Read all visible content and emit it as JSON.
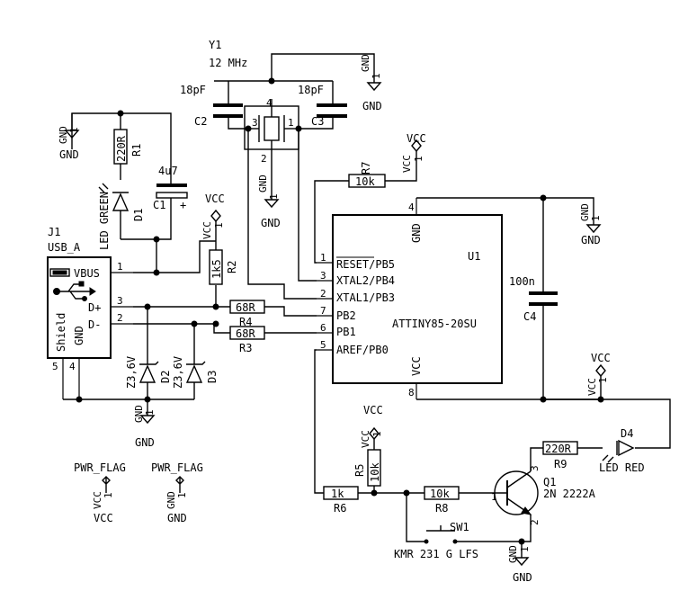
{
  "crystal": {
    "ref": "Y1",
    "value": "12 MHz",
    "pin_left": "3",
    "pin_top": "4",
    "pin_right": "1",
    "pin_bottom": "2"
  },
  "c2": {
    "ref": "C2",
    "value": "18pF"
  },
  "c3": {
    "ref": "C3",
    "value": "18pF"
  },
  "c1": {
    "ref": "C1",
    "value": "4u7",
    "plus": "+"
  },
  "c4": {
    "ref": "C4",
    "value": "100n"
  },
  "r1": {
    "ref": "R1",
    "value": "220R"
  },
  "r2": {
    "ref": "R2",
    "value": "1k5"
  },
  "r3": {
    "ref": "R3",
    "value": "68R"
  },
  "r4": {
    "ref": "R4",
    "value": "68R"
  },
  "r5": {
    "ref": "R5",
    "value": "10k"
  },
  "r6": {
    "ref": "R6",
    "value": "1k"
  },
  "r7": {
    "ref": "R7",
    "value": "10k"
  },
  "r8": {
    "ref": "R8",
    "value": "10k"
  },
  "r9": {
    "ref": "R9",
    "value": "220R"
  },
  "d1": {
    "ref": "D1",
    "value": "LED GREEN"
  },
  "d2": {
    "ref": "D2",
    "value": "Z3,6V"
  },
  "d3": {
    "ref": "D3",
    "value": "Z3,6V"
  },
  "d4": {
    "ref": "D4",
    "value": "LED RED"
  },
  "q1": {
    "ref": "Q1",
    "value": "2N 2222A",
    "pin_b": "1",
    "pin_c": "3",
    "pin_e": "2"
  },
  "sw1": {
    "ref": "SW1",
    "value": "KMR 231 G LFS"
  },
  "j1": {
    "ref": "J1",
    "value": "USB_A",
    "vbus": "VBUS",
    "dplus": "D+",
    "dminus": "D-",
    "shield": "Shield",
    "gnd": "GND",
    "pin_vbus": "1",
    "pin_dplus": "3",
    "pin_dminus": "2",
    "pin_shield": "5",
    "pin_gnd": "4"
  },
  "u1": {
    "ref": "U1",
    "value": "ATTINY85-20SU",
    "pin_reset": "RESET/PB5",
    "pin_xtal2": "XTAL2/PB4",
    "pin_xtal1": "XTAL1/PB3",
    "pin_pb2": "PB2",
    "pin_pb1": "PB1",
    "pin_aref": "AREF/PB0",
    "gnd": "GND",
    "vcc": "VCC",
    "num_reset": "1",
    "num_xtal2": "3",
    "num_xtal1": "2",
    "num_pb2": "7",
    "num_pb1": "6",
    "num_aref": "5",
    "num_gnd": "4",
    "num_vcc": "8"
  },
  "power": {
    "gnd": "GND",
    "vcc": "VCC",
    "pin": "1",
    "pwr_flag": "PWR_FLAG"
  }
}
